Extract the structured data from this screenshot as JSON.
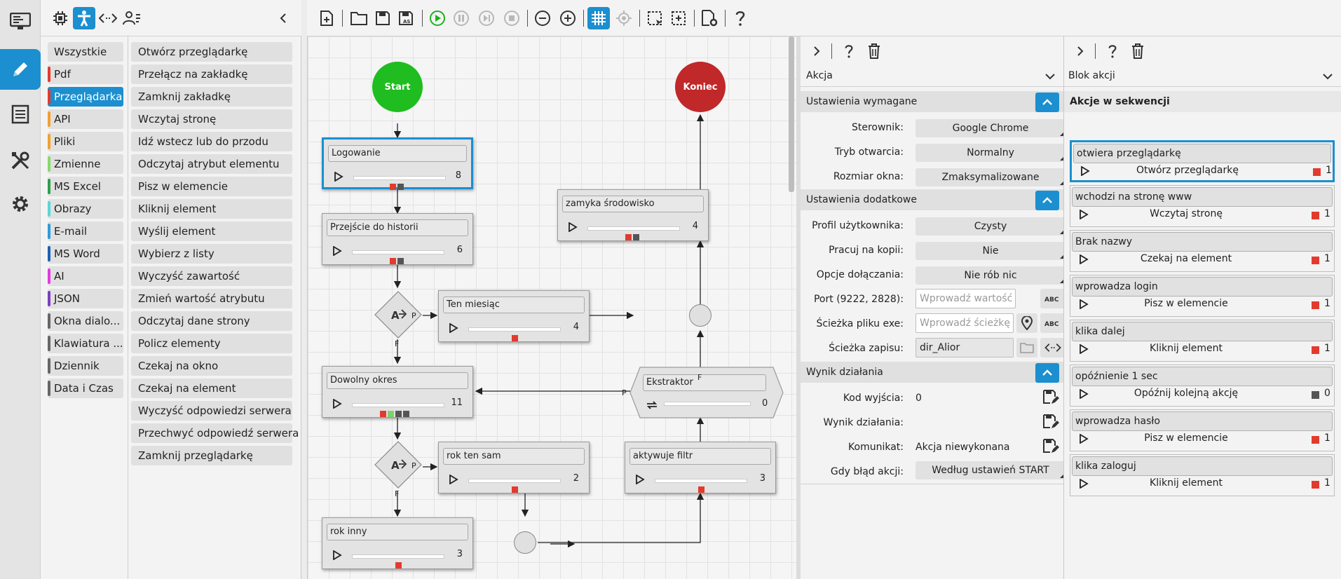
{
  "rail": {
    "items": [
      "screen-icon",
      "pencil-icon",
      "list-icon",
      "tools-icon",
      "gear-icon"
    ],
    "active": "pencil-icon"
  },
  "library": {
    "categories": [
      {
        "label": "Wszystkie",
        "color": ""
      },
      {
        "label": "Pdf",
        "color": "#e23b2e"
      },
      {
        "label": "Przeglądarka",
        "color": "#e23b2e"
      },
      {
        "label": "API",
        "color": "#f0a030"
      },
      {
        "label": "Pliki",
        "color": "#f0a030"
      },
      {
        "label": "Zmienne",
        "color": "#8ad86b"
      },
      {
        "label": "MS Excel",
        "color": "#2e9e4a"
      },
      {
        "label": "Obrazy",
        "color": "#5ad6d6"
      },
      {
        "label": "E-mail",
        "color": "#2d9cdb"
      },
      {
        "label": "MS Word",
        "color": "#1f5fb4"
      },
      {
        "label": "AI",
        "color": "#e23be0"
      },
      {
        "label": "JSON",
        "color": "#7a3fbf"
      },
      {
        "label": "Okna dialo...",
        "color": "#666666"
      },
      {
        "label": "Klawiatura ...",
        "color": "#666666"
      },
      {
        "label": "Dziennik",
        "color": "#666666"
      },
      {
        "label": "Data i Czas",
        "color": "#666666"
      }
    ],
    "actions": [
      "Otwórz przeglądarkę",
      "Przełącz na zakładkę",
      "Zamknij zakładkę",
      "Wczytaj stronę",
      "Idź wstecz lub do przodu",
      "Odczytaj atrybut elementu",
      "Pisz w elemencie",
      "Kliknij element",
      "Wyślij element",
      "Wybierz z listy",
      "Wyczyść zawartość",
      "Zmień wartość atrybutu",
      "Odczytaj dane strony",
      "Policz elementy",
      "Czekaj na okno",
      "Czekaj na element",
      "Wyczyść odpowiedzi serwera",
      "Przechwyć odpowiedź serwera",
      "Zamknij przeglądarkę"
    ]
  },
  "canvas": {
    "start_label": "Start",
    "end_label": "Koniec",
    "nodes": [
      {
        "label": "Logowanie",
        "count": "8"
      },
      {
        "label": "Przejście do historii",
        "count": "6"
      },
      {
        "label": "Ten miesiąc",
        "count": "4"
      },
      {
        "label": "Dowolny okres",
        "count": "11"
      },
      {
        "label": "rok ten sam",
        "count": "2"
      },
      {
        "label": "rok inny",
        "count": "3"
      },
      {
        "label": "zamyka środowisko",
        "count": "4"
      },
      {
        "label": "aktywuje filtr",
        "count": "3"
      },
      {
        "label": "Ekstraktor",
        "count": "0"
      }
    ],
    "branch_true": "P",
    "branch_false": "F"
  },
  "props": {
    "title": "Akcja",
    "required_header": "Ustawienia wymagane",
    "driver_label": "Sterownik:",
    "driver_value": "Google Chrome",
    "mode_label": "Tryb otwarcia:",
    "mode_value": "Normalny",
    "size_label": "Rozmiar okna:",
    "size_value": "Zmaksymalizowane",
    "extra_header": "Ustawienia dodatkowe",
    "profile_label": "Profil użytkownika:",
    "profile_value": "Czysty",
    "copy_label": "Pracuj na kopii:",
    "copy_value": "Nie",
    "attach_label": "Opcje dołączania:",
    "attach_value": "Nie rób nic",
    "port_label": "Port (9222, 2828):",
    "port_placeholder": "Wprowadź wartość",
    "exe_label": "Ścieżka pliku exe:",
    "exe_placeholder": "Wprowadź ścieżkę d",
    "save_label": "Ścieżka zapisu:",
    "save_value": "dir_Alior",
    "result_header": "Wynik działania",
    "exit_label": "Kod wyjścia:",
    "exit_value": "0",
    "result_label": "Wynik działania:",
    "result_value": "",
    "msg_label": "Komunikat:",
    "msg_value": "Akcja niewykonana",
    "err_label": "Gdy błąd akcji:",
    "err_value": "Według ustawień START"
  },
  "block": {
    "title": "Blok akcji",
    "seq_header": "Akcje w sekwencji",
    "items": [
      {
        "title": "otwiera przeglądarkę",
        "action": "Otwórz przeglądarkę",
        "count": "1",
        "mark": "red"
      },
      {
        "title": "wchodzi na stronę www",
        "action": "Wczytaj stronę",
        "count": "1",
        "mark": "red"
      },
      {
        "title": "Brak nazwy",
        "action": "Czekaj na element",
        "count": "1",
        "mark": "red"
      },
      {
        "title": "wprowadza login",
        "action": "Pisz w elemencie",
        "count": "1",
        "mark": "red"
      },
      {
        "title": "klika dalej",
        "action": "Kliknij element",
        "count": "1",
        "mark": "red"
      },
      {
        "title": "opóźnienie 1 sec",
        "action": "Opóźnij kolejną akcję",
        "count": "0",
        "mark": "gray"
      },
      {
        "title": "wprowadza hasło",
        "action": "Pisz w elemencie",
        "count": "1",
        "mark": "red"
      },
      {
        "title": "klika zaloguj",
        "action": "Kliknij element",
        "count": "1",
        "mark": "red"
      }
    ]
  }
}
